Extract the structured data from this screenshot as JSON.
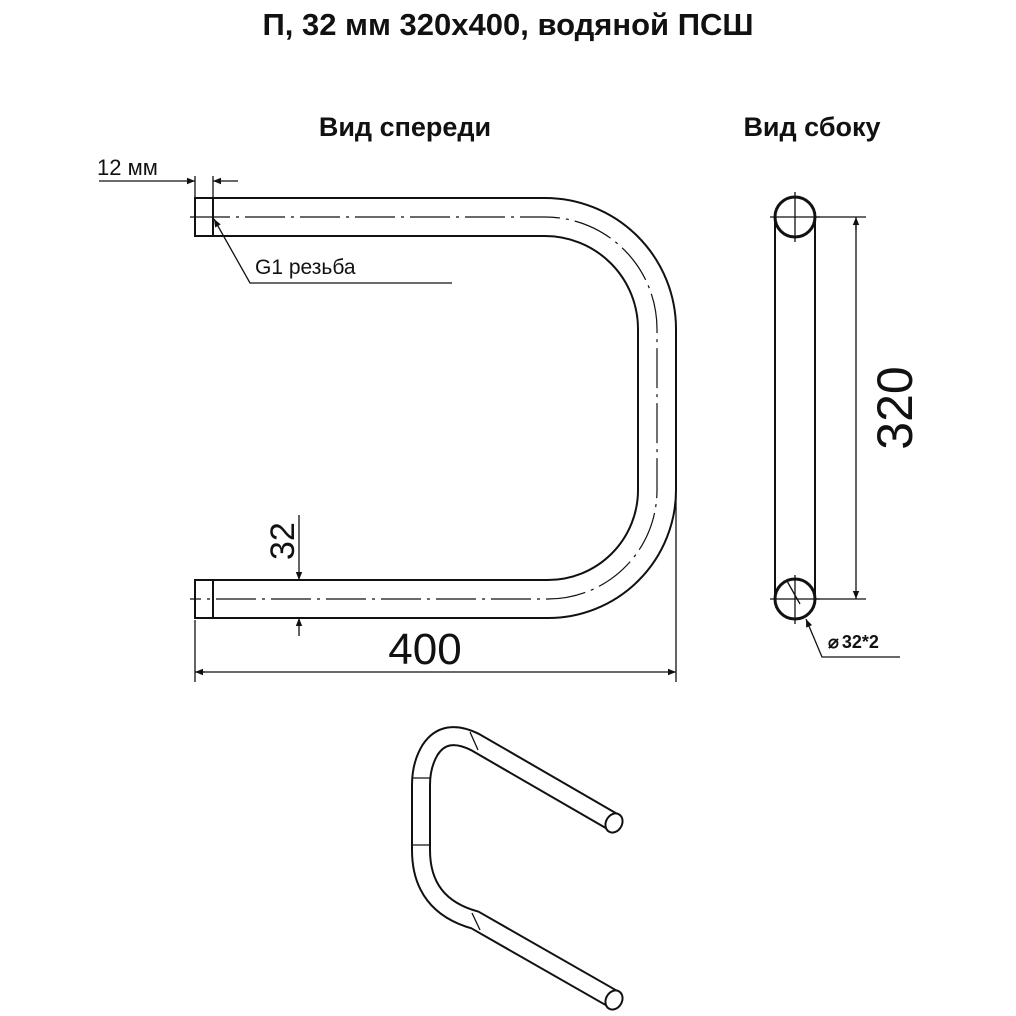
{
  "title": "П, 32 мм  320x400, водяной ПСШ",
  "front_view": {
    "heading": "Вид спереди",
    "dim_thread_length": "12 мм",
    "thread_note": "G1 резьба",
    "dim_pipe": "32",
    "dim_width": "400"
  },
  "side_view": {
    "heading": "Вид сбоку",
    "dim_height": "320",
    "dim_diameter": "32*2",
    "diameter_symbol": "⌀"
  }
}
